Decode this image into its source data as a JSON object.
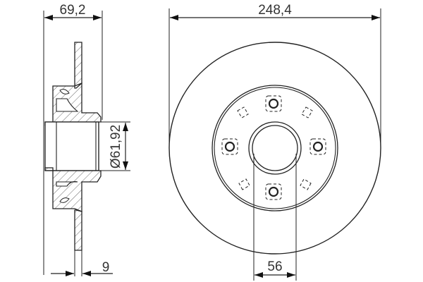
{
  "drawing": {
    "subject": "brake disc technical drawing",
    "views": [
      "side-section-view",
      "front-view"
    ],
    "dimensions": {
      "overall_height": "69,2",
      "outer_diameter": "248,4",
      "hub_bore_diameter": "Ø61,92",
      "disc_thickness": "9",
      "center_bore": "56"
    },
    "bolt_holes": 4,
    "colors": {
      "line": "#222222",
      "text": "#333333",
      "background": "#ffffff"
    }
  }
}
